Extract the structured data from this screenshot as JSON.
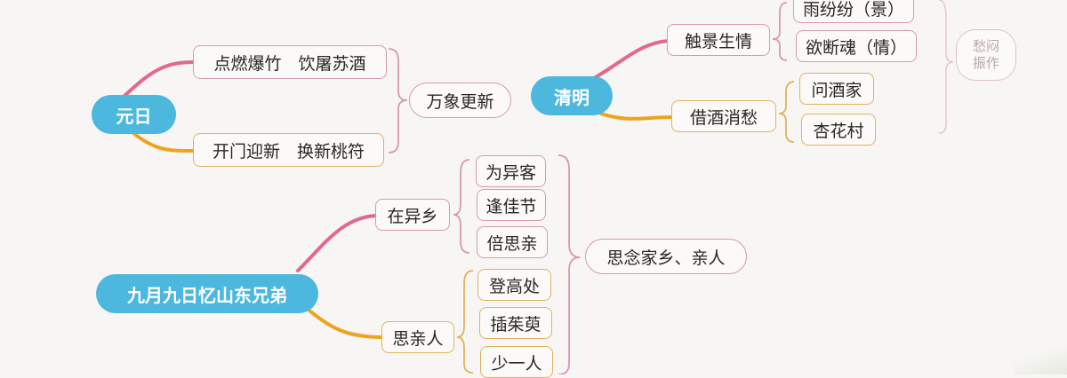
{
  "roots": {
    "yuanri": "元日",
    "qingming": "清明",
    "jiuyue": "九月九日忆山东兄弟"
  },
  "yuanri": {
    "branch_top": "点燃爆竹　饮屠苏酒",
    "branch_bottom": "开门迎新　换新桃符",
    "theme": "万象更新"
  },
  "qingming": {
    "branch_top": "触景生情",
    "leaf_1": "雨纷纷（景）",
    "leaf_2": "欲断魂（情）",
    "branch_bottom": "借酒消愁",
    "leaf_3": "问酒家",
    "leaf_4": "杏花村",
    "theme_line1": "愁闷",
    "theme_line2": "振作"
  },
  "jiuyue": {
    "branch_top": "在异乡",
    "leaf_1": "为异客",
    "leaf_2": "逢佳节",
    "leaf_3": "倍思亲",
    "branch_bottom": "思亲人",
    "leaf_4": "登高处",
    "leaf_5": "插茱萸",
    "leaf_6": "少一人",
    "theme": "思念家乡、亲人"
  },
  "colors": {
    "root_fill": "#4db8de",
    "pink_branch": "#e06a8d",
    "orange_branch": "#efa21c",
    "pink_border": "#d89aa8",
    "orange_border": "#e0b25c"
  }
}
